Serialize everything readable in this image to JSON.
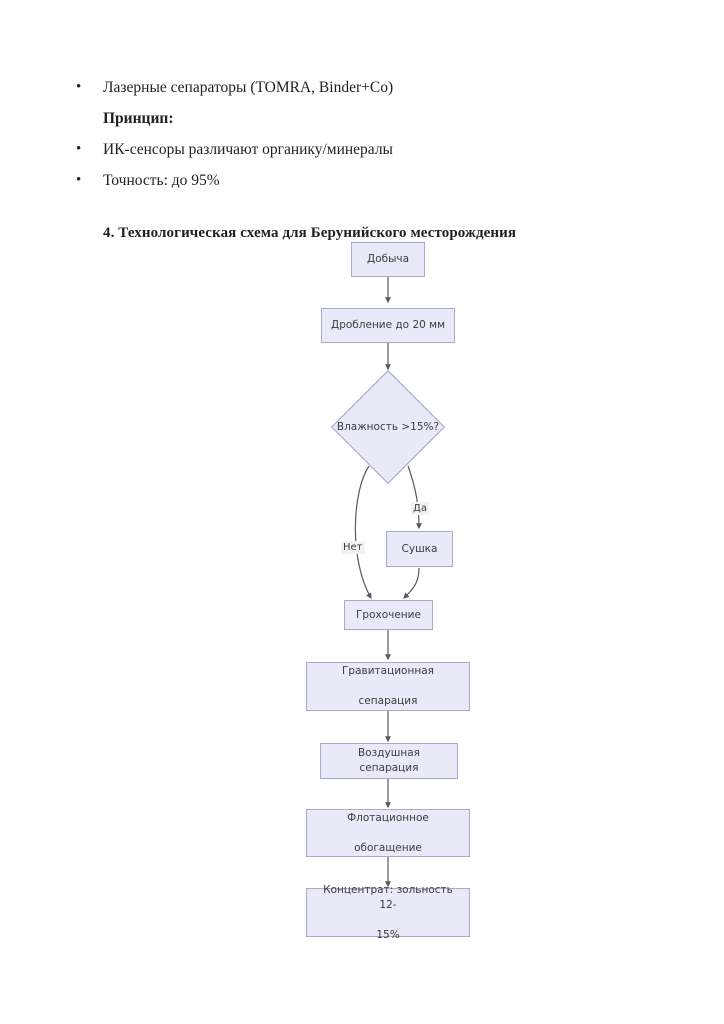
{
  "document": {
    "bullets": [
      {
        "text": "Лазерные сепараторы (TOMRA, Binder+Co)"
      },
      {
        "text": "ИК-сенсоры различают органику/минералы"
      },
      {
        "text": "Точность: до 95%"
      }
    ],
    "principle_label": "Принцип:",
    "heading": "4. Технологическая схема для Берунийского месторождения",
    "bullet_glyph": "•"
  },
  "flowchart": {
    "node_fill": "#e9e9f8",
    "node_border": "#a9a9cc",
    "edge_color": "#5a5a5a",
    "nodes": {
      "mining": "Добыча",
      "crushing": "Дробление до 20 мм",
      "moisture_decision": "Влажность >15%?",
      "drying": "Сушка",
      "screening": "Грохочение",
      "gravity_separation_line1": "Гравитационная",
      "gravity_separation_line2": "сепарация",
      "air_separation": "Воздушная сепарация",
      "flotation_line1": "Флотационное",
      "flotation_line2": "обогащение",
      "concentrate_line1": "Концентрат: зольность 12-",
      "concentrate_line2": "15%"
    },
    "edge_labels": {
      "yes": "Да",
      "no": "Нет"
    }
  }
}
